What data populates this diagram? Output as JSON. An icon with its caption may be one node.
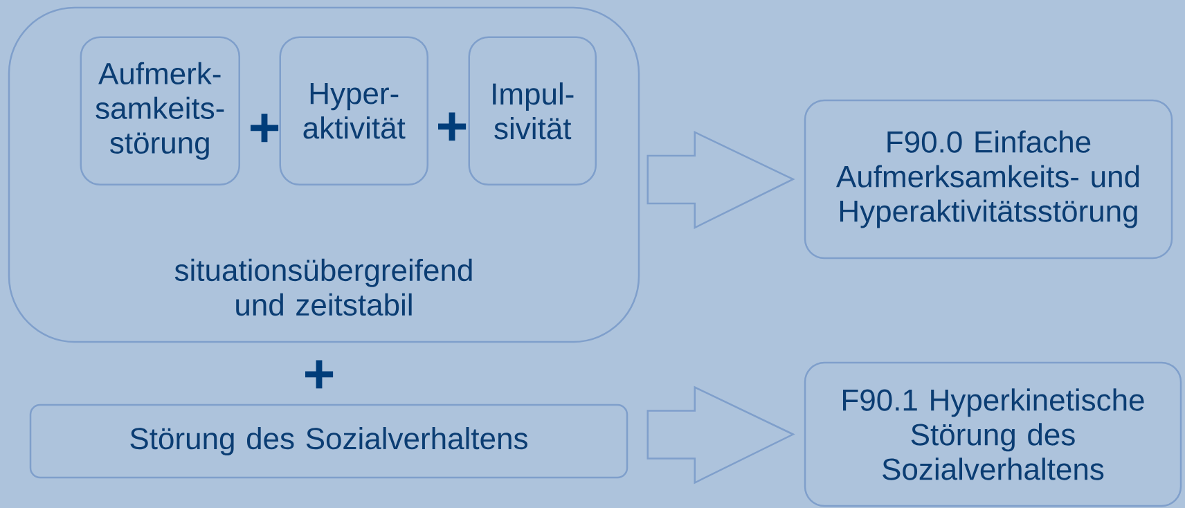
{
  "diagram": {
    "nodes": [
      {
        "text": [
          "situationsübergreifend und zeitstabil"
        ]
      },
      {
        "text": [
          "Aufmerk- samkeits- störung"
        ],
        "in": 0
      },
      {
        "text": [
          "Hyper- aktivität"
        ],
        "in": 0
      },
      {
        "text": [
          "Impul- sivität"
        ],
        "in": 0
      },
      {
        "text": [
          "Störung des Sozialverhaltens"
        ]
      },
      {
        "text": [
          "F90.0 Einfache Aufmerksamkeits- und Hyperaktivitätsstörung"
        ]
      },
      {
        "text": [
          "F90.1 Hyperkinetische Störung des Sozialverhaltens"
        ]
      }
    ],
    "edges": [
      {
        "from": 0,
        "to": 5,
        "arrow": "to"
      },
      {
        "from": 4,
        "to": 6,
        "arrow": "to"
      }
    ],
    "labels": [
      "+",
      "+",
      "+"
    ]
  }
}
